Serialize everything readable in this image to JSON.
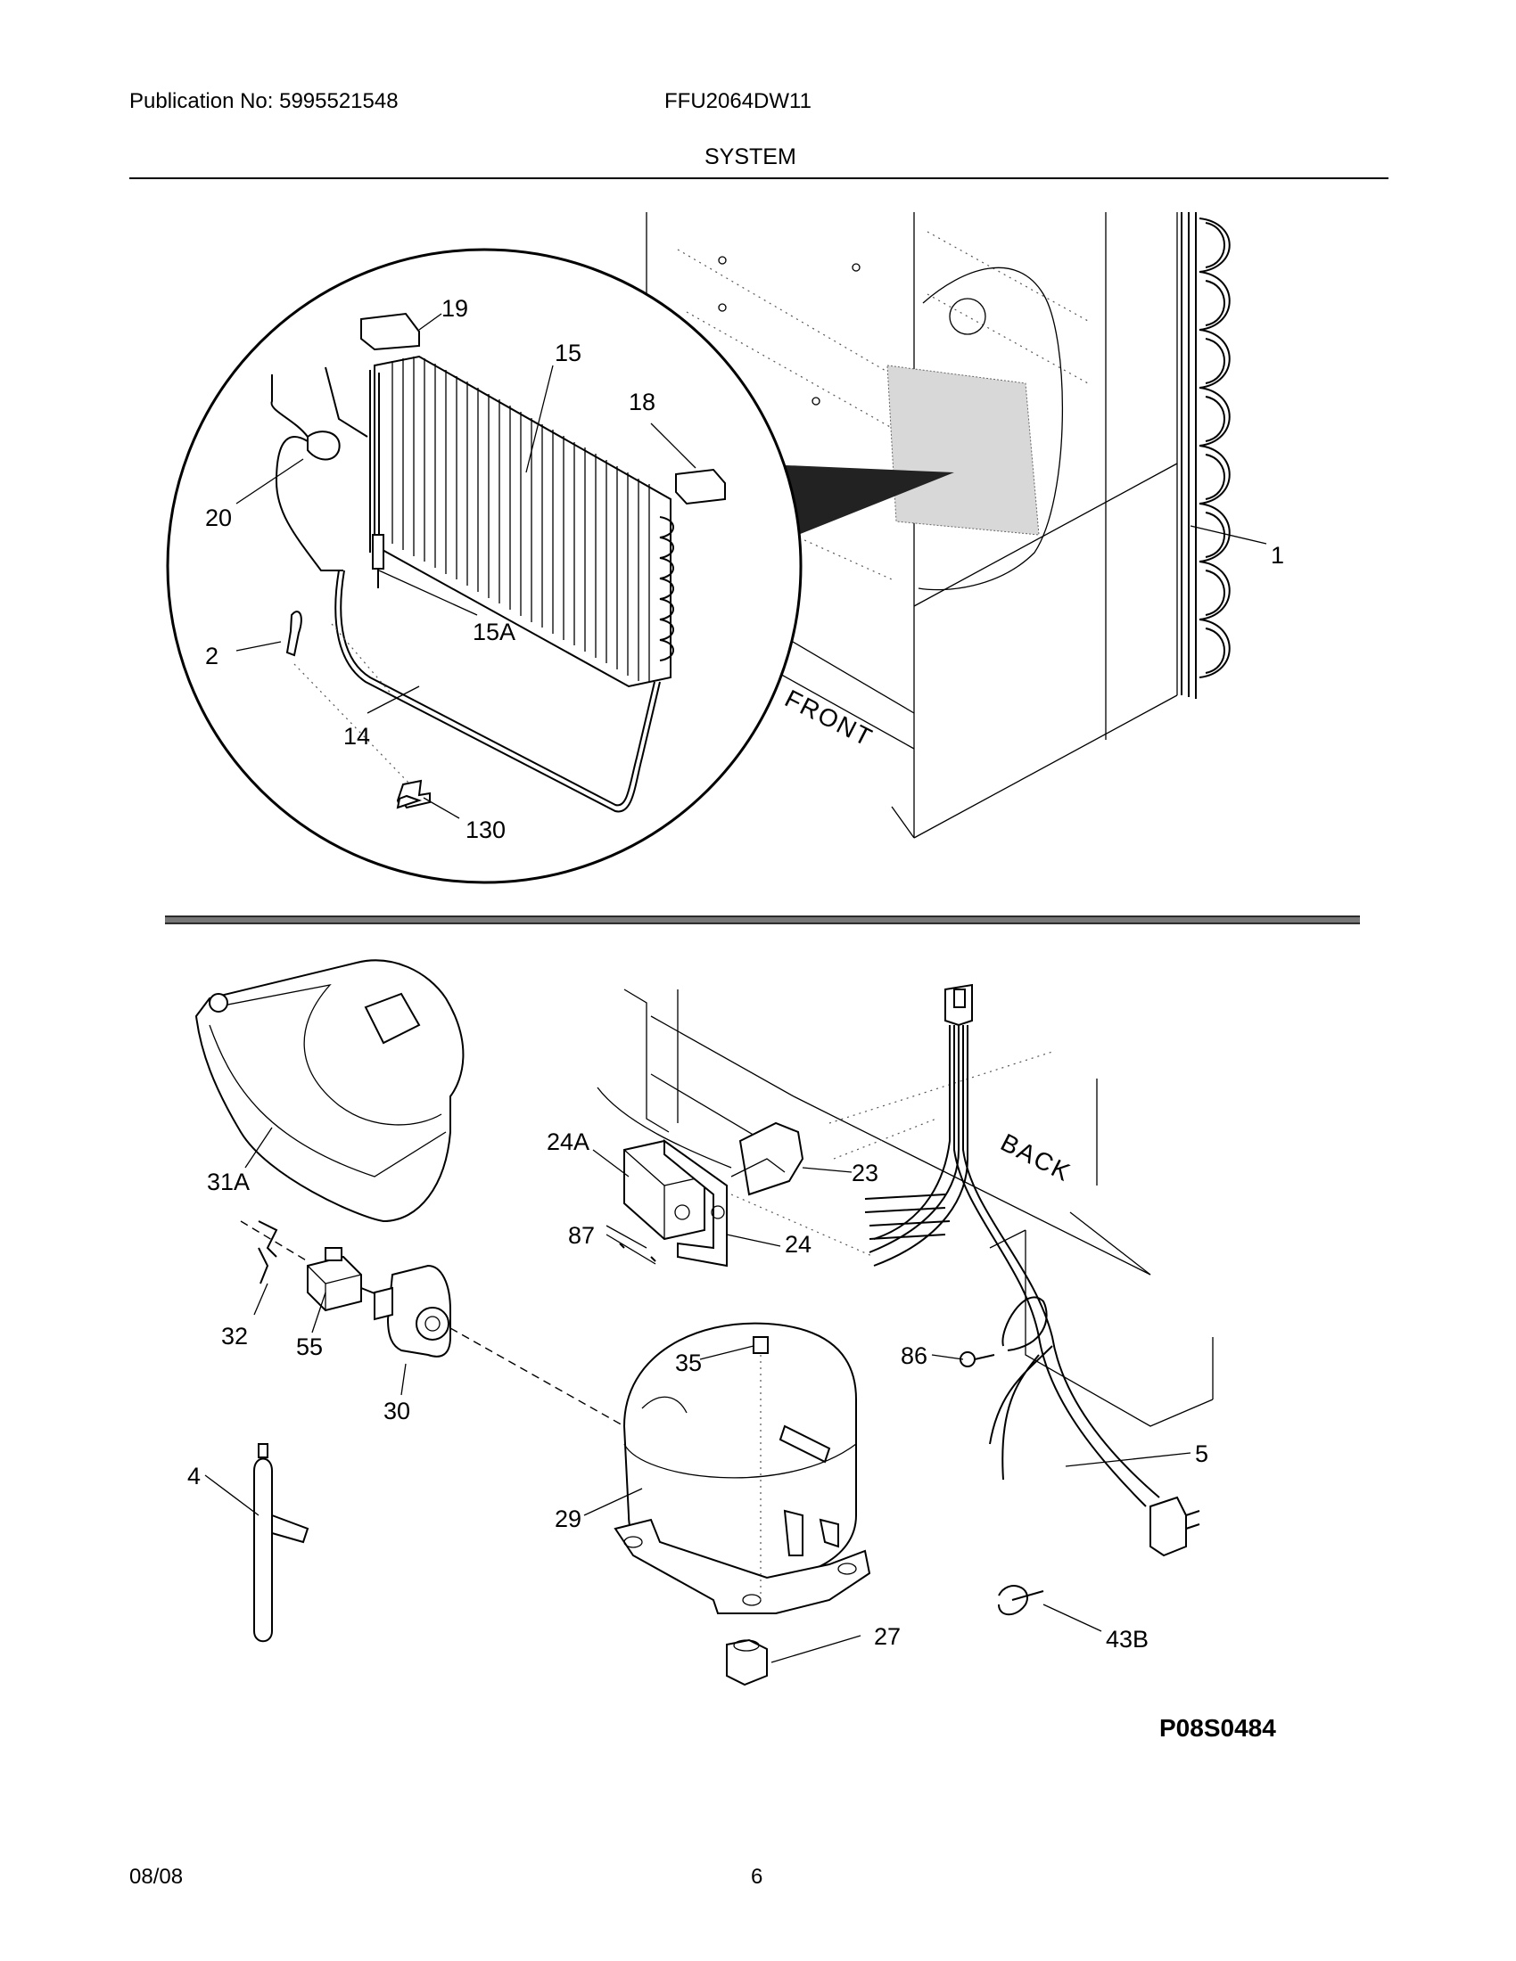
{
  "header": {
    "publication": "Publication No: 5995521548",
    "model": "FFU2064DW11",
    "section": "SYSTEM"
  },
  "callouts": {
    "c1": "1",
    "c2": "2",
    "c14": "14",
    "c15": "15",
    "c15A": "15A",
    "c18": "18",
    "c19": "19",
    "c20": "20",
    "c130": "130",
    "c4": "4",
    "c5": "5",
    "c23": "23",
    "c24": "24",
    "c24A": "24A",
    "c27": "27",
    "c29": "29",
    "c30": "30",
    "c31A": "31A",
    "c32": "32",
    "c35": "35",
    "c43B": "43B",
    "c55": "55",
    "c86": "86",
    "c87": "87"
  },
  "markings": {
    "front": "FRONT",
    "back": "BACK"
  },
  "diagram_code": "P08S0484",
  "footer": {
    "date": "08/08",
    "page": "6"
  }
}
